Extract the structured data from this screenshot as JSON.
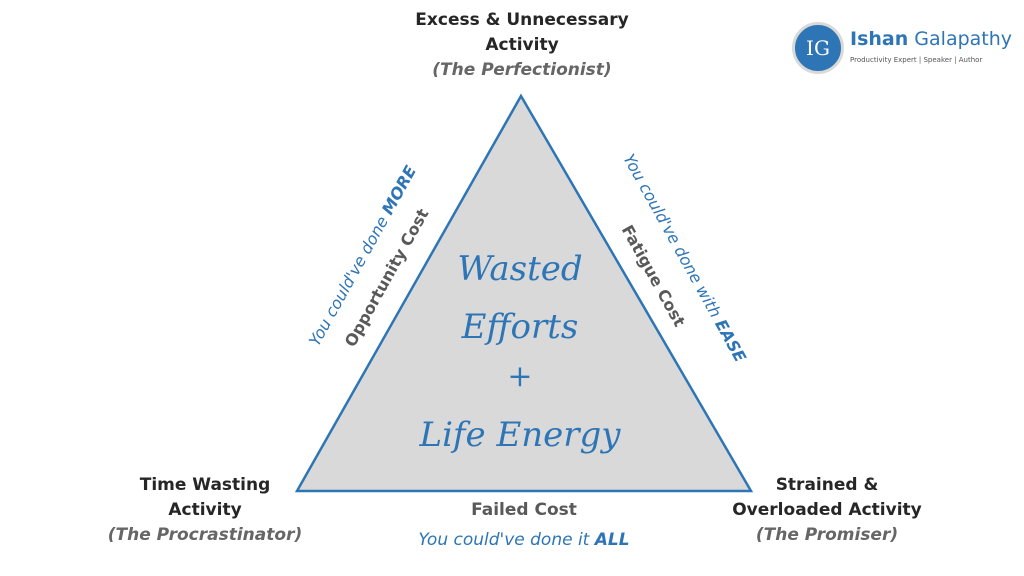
{
  "top_vertex": {
    "line1": "Excess & Unnecessary",
    "line2": "Activity",
    "role": "(The Perfectionist)"
  },
  "left_vertex": {
    "line1": "Time Wasting",
    "line2": "Activity",
    "role": "(The Procrastinator)"
  },
  "right_vertex": {
    "line1": "Strained &",
    "line2": "Overloaded Activity",
    "role": "(The Promiser)"
  },
  "left_edge": {
    "cost": "Opportunity Cost",
    "could_prefix": "You could've done ",
    "could_emphasis": "MORE"
  },
  "right_edge": {
    "cost": "Fatigue Cost",
    "could_prefix": "You could've done with ",
    "could_emphasis": "EASE"
  },
  "bottom_edge": {
    "cost": "Failed Cost",
    "could_prefix": "You could've done it ",
    "could_emphasis": "ALL"
  },
  "center": {
    "line1": "Wasted",
    "line2": "Efforts",
    "line3": "+",
    "line4": "Life Energy"
  },
  "logo": {
    "initials": "IG",
    "first_name": "Ishan",
    "last_name": " Galapathy",
    "tagline": "Productivity Expert | Speaker | Author"
  },
  "colors": {
    "triangle_fill": "#d9d9d9",
    "triangle_stroke": "#2e75b6",
    "accent": "#2e75b6",
    "dark_text": "#262626",
    "role_text": "#666666",
    "cost_text": "#595959"
  }
}
